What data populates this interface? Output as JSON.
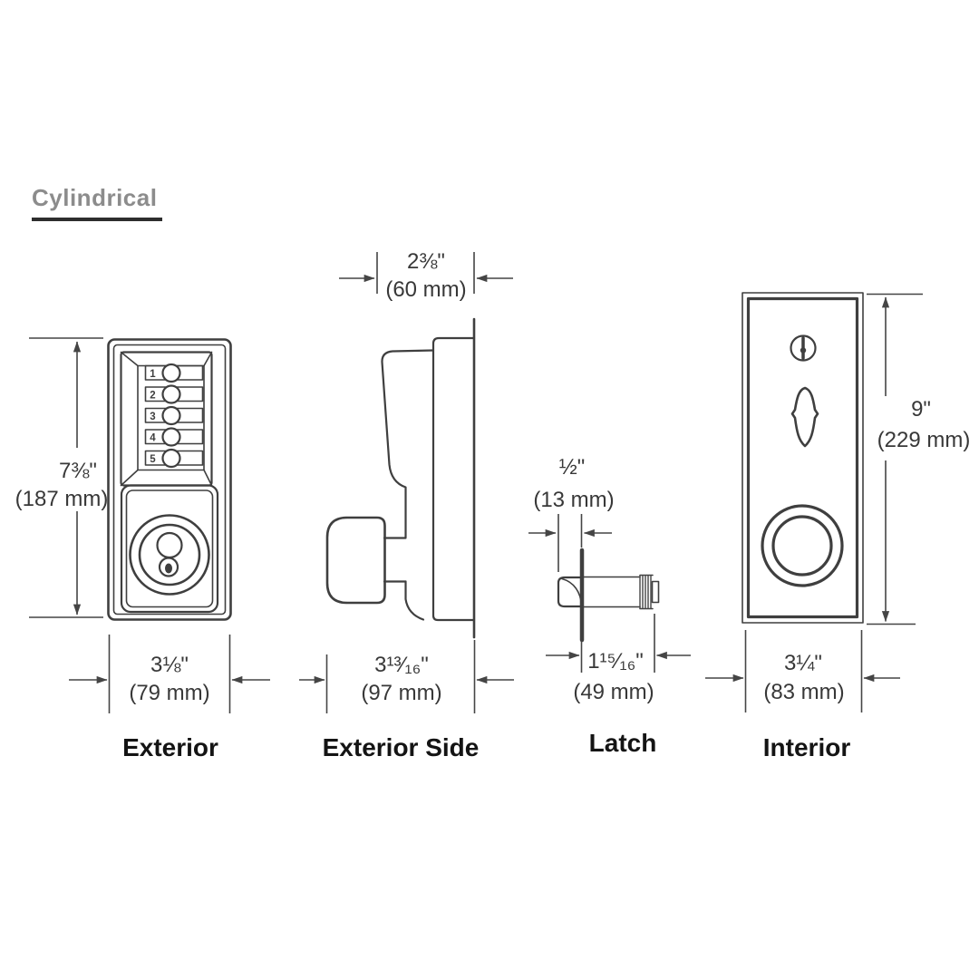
{
  "title": "Cylindrical",
  "views": {
    "exterior": {
      "label": "Exterior",
      "height_in": "7⅜\"",
      "height_mm": "(187 mm)",
      "width_in": "3⅛\"",
      "width_mm": "(79 mm)"
    },
    "exterior_side": {
      "label": "Exterior Side",
      "depth_in": "2⅜\"",
      "depth_mm": "(60 mm)",
      "width_in": "3¹³⁄₁₆\"",
      "width_mm": "(97 mm)"
    },
    "latch": {
      "label": "Latch",
      "diameter_in": "½\"",
      "diameter_mm": "(13 mm)",
      "length_in": "1¹⁵⁄₁₆\"",
      "length_mm": "(49 mm)"
    },
    "interior": {
      "label": "Interior",
      "height_in": "9\"",
      "height_mm": "(229 mm)",
      "width_in": "3¼\"",
      "width_mm": "(83 mm)"
    }
  },
  "keypad_buttons": [
    "1",
    "2",
    "3",
    "4",
    "5"
  ],
  "colors": {
    "line": "#3f3f3f",
    "dimension": "#454545",
    "title_text": "#8c8c8c",
    "title_underline": "#2e2e2e",
    "label_text": "#141414",
    "background": "#ffffff"
  }
}
